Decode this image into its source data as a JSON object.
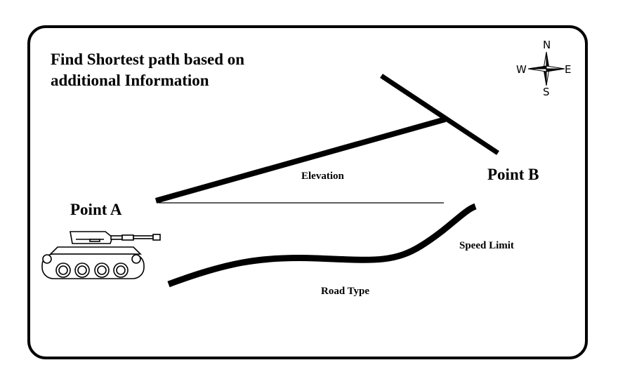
{
  "title": "Find Shortest path based on additional Information",
  "point_a": "Point A",
  "point_b": "Point B",
  "labels": {
    "elevation": "Elevation",
    "speed_limit": "Speed Limit",
    "road_type": "Road Type"
  },
  "compass": {
    "n": "N",
    "s": "S",
    "e": "E",
    "w": "W"
  }
}
